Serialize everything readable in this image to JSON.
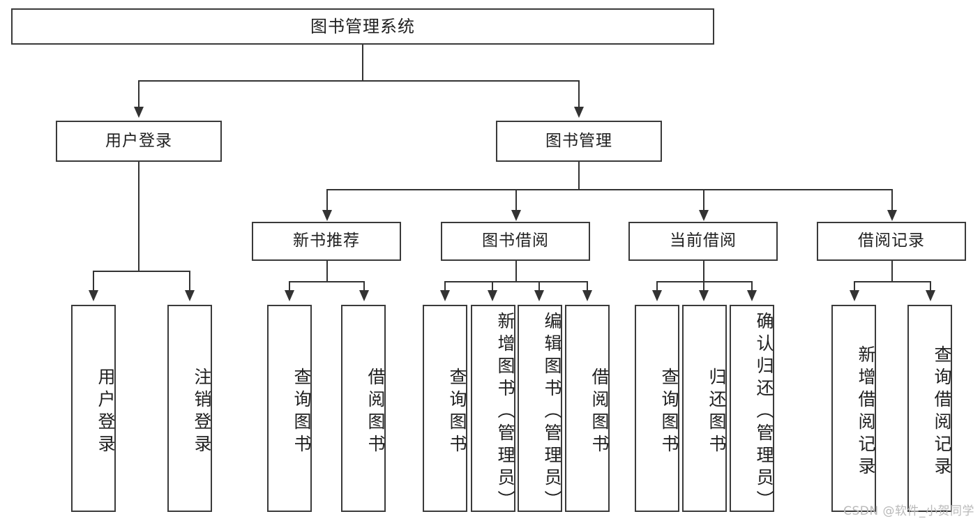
{
  "diagram": {
    "type": "tree-hierarchy-chart",
    "title": "图书管理系统",
    "background_color": "#ffffff",
    "box_border_color": "#3a3a3a",
    "connector_color": "#333333",
    "text_color": "#1f1f1f",
    "root": {
      "label": "图书管理系统",
      "orientation": "horizontal"
    },
    "level2": [
      {
        "label": "用户登录",
        "orientation": "horizontal"
      },
      {
        "label": "图书管理",
        "orientation": "horizontal"
      }
    ],
    "level3": [
      {
        "label": "新书推荐",
        "orientation": "horizontal",
        "parent": "图书管理"
      },
      {
        "label": "图书借阅",
        "orientation": "horizontal",
        "parent": "图书管理"
      },
      {
        "label": "当前借阅",
        "orientation": "horizontal",
        "parent": "图书管理"
      },
      {
        "label": "借阅记录",
        "orientation": "horizontal",
        "parent": "图书管理"
      }
    ],
    "leaves": [
      {
        "label": "用户登录",
        "orientation": "vertical",
        "parent": "用户登录"
      },
      {
        "label": "注销登录",
        "orientation": "vertical",
        "parent": "用户登录"
      },
      {
        "label": "查询图书",
        "orientation": "vertical",
        "parent": "新书推荐"
      },
      {
        "label": "借阅图书",
        "orientation": "vertical",
        "parent": "新书推荐"
      },
      {
        "label": "查询图书",
        "orientation": "vertical",
        "parent": "图书借阅"
      },
      {
        "label": "新增图书（管理员）",
        "orientation": "vertical",
        "parent": "图书借阅"
      },
      {
        "label": "编辑图书（管理员）",
        "orientation": "vertical",
        "parent": "图书借阅"
      },
      {
        "label": "借阅图书",
        "orientation": "vertical",
        "parent": "图书借阅"
      },
      {
        "label": "查询图书",
        "orientation": "vertical",
        "parent": "当前借阅"
      },
      {
        "label": "归还图书",
        "orientation": "vertical",
        "parent": "当前借阅"
      },
      {
        "label": "确认归还（管理员）",
        "orientation": "vertical",
        "parent": "当前借阅"
      },
      {
        "label": "新增借阅记录",
        "orientation": "vertical",
        "parent": "借阅记录"
      },
      {
        "label": "查询借阅记录",
        "orientation": "vertical",
        "parent": "借阅记录"
      }
    ]
  },
  "watermark": {
    "text": "CSDN @软件_小贺同学",
    "color": "#b9b9b9"
  }
}
